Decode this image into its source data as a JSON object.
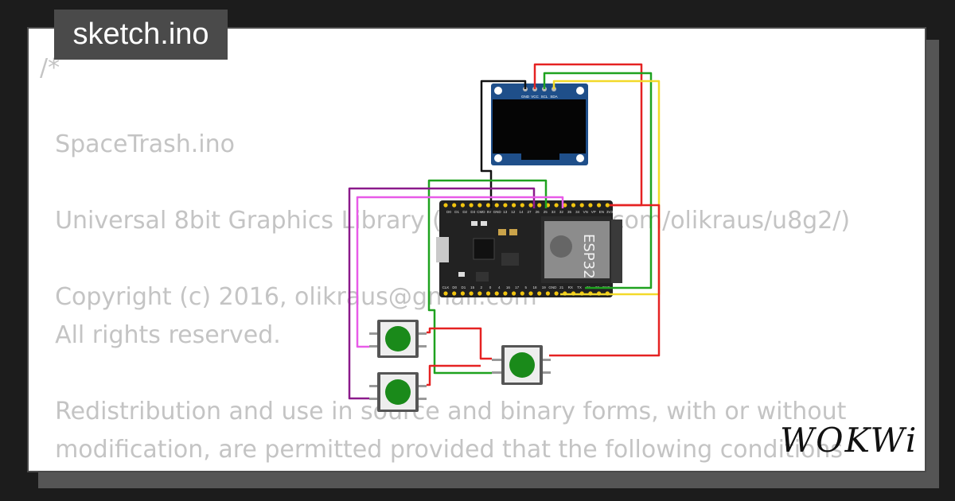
{
  "tab": {
    "label": "sketch.ino"
  },
  "code": {
    "lines": [
      "/*",
      "",
      "  SpaceTrash.ino",
      "",
      "  Universal 8bit Graphics Library (https://github.com/olikraus/u8g2/)",
      "",
      "  Copyright (c) 2016, olikraus@gmail.com",
      "  All rights reserved.",
      "",
      "  Redistribution and use in source and binary forms, with or without",
      "  modification, are permitted provided that the following conditions"
    ]
  },
  "oled": {
    "pins": [
      "GND",
      "VCC",
      "SCL",
      "SDA"
    ]
  },
  "esp32": {
    "chip_label": "ESP32",
    "top_pins": [
      "D0",
      "D1",
      "D2",
      "D3",
      "CMD",
      "5V",
      "GND",
      "13",
      "12",
      "14",
      "27",
      "26",
      "25",
      "33",
      "32",
      "35",
      "34",
      "VN",
      "VP",
      "EN",
      "3V3"
    ],
    "bottom_pins": [
      "CLK",
      "D0",
      "D1",
      "15",
      "2",
      "0",
      "4",
      "16",
      "17",
      "5",
      "18",
      "19",
      "GND",
      "21",
      "RX",
      "TX",
      "22",
      "23",
      "GND"
    ]
  },
  "buttons": {
    "cap_color": "#1a8a1a"
  },
  "wire_colors": {
    "black": "#111111",
    "red": "#e52222",
    "green": "#1fa21f",
    "yellow": "#f3d92a",
    "purple": "#8b1a8b",
    "magenta": "#e85be8"
  },
  "brand": {
    "logo_text": "WOKWi"
  }
}
